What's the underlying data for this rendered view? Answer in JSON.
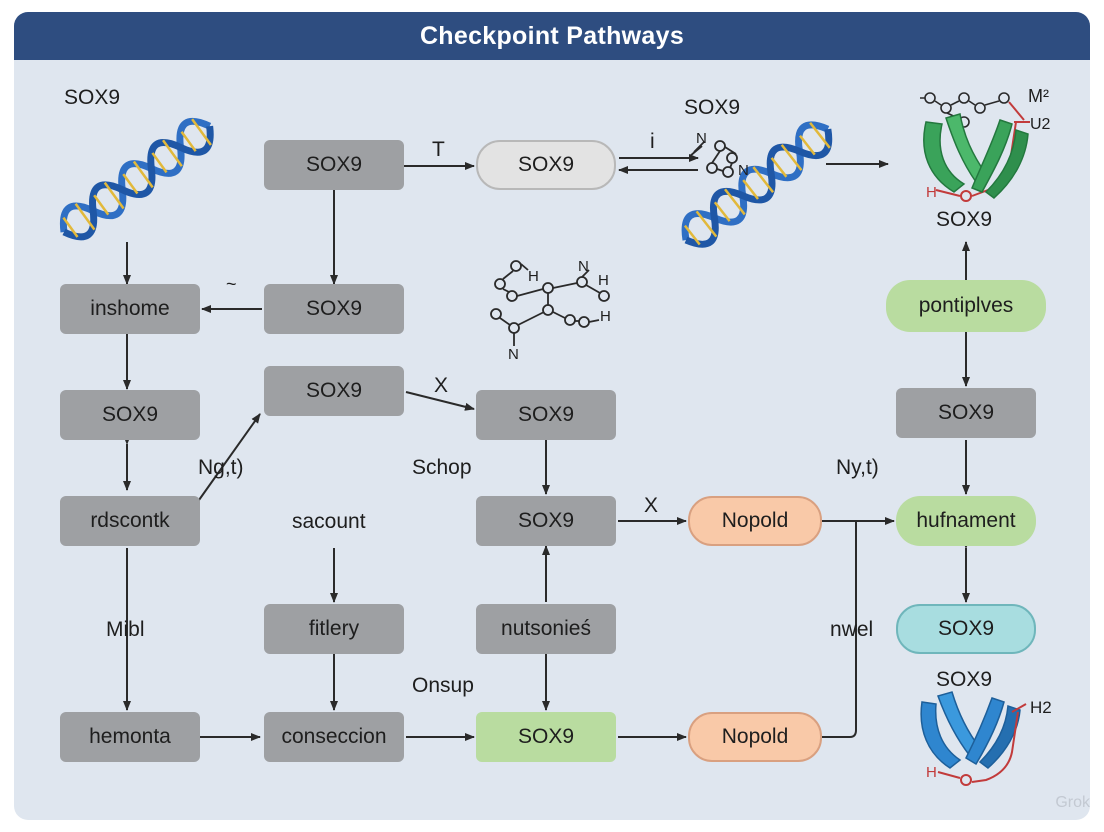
{
  "title": "Checkpoint Pathways",
  "nodes": {
    "n1": "SOX9",
    "n2": "SOX9",
    "n3": "inshome",
    "n4": "SOX9",
    "n5": "SOX9",
    "n6": "SOX9",
    "n7": "SOX9",
    "n8": "rdscontk",
    "n9": "SOX9",
    "n10": "Nopold",
    "n11": "hufnament",
    "n12": "pontiplves",
    "n13": "SOX9",
    "n14": "fitlery",
    "n15": "nutsonieś",
    "n16": "SOX9",
    "n17": "hemonta",
    "n18": "conseccion",
    "n19": "SOX9",
    "n20": "Nopold"
  },
  "labels": {
    "sox9_dna_left": "SOX9",
    "sox9_dna_top": "SOX9",
    "sox9_protein_top": "SOX9",
    "sox9_protein_bottom": "SOX9",
    "edge_t": "T",
    "edge_i": "i",
    "edge_tilde": "~",
    "edge_x1": "X",
    "edge_x2": "X",
    "ng": "Ng,t)",
    "ny": "Ny,t)",
    "schop": "Schop",
    "sacount": "sacount",
    "mibl": "Mibl",
    "onsup": "Onsup",
    "nwel": "nwel",
    "m2": "M²",
    "u2": "U2",
    "h2": "H2",
    "h_top": "H",
    "h_bottom": "H",
    "mol_n1": "N",
    "mol_n2": "N",
    "mol_n3": "N",
    "mol_n4": "N",
    "mol_h1": "H",
    "mol_h2": "H",
    "mol_h3": "H",
    "watermark": "Grok"
  },
  "colors": {
    "title_bar": "#2e4d80",
    "panel": "#dfe6ef",
    "box_gray": "#9ea0a3",
    "pill_orange": "#f9c9a8",
    "pill_green": "#b9dca0",
    "pill_teal": "#a8dde0",
    "dna_blue": "#2f6fc4",
    "protein_green": "#3aa35a",
    "protein_blue": "#2f86cf"
  },
  "icons": [
    "dna-helix-icon",
    "molecule-icon",
    "protein-ribbon-icon"
  ]
}
